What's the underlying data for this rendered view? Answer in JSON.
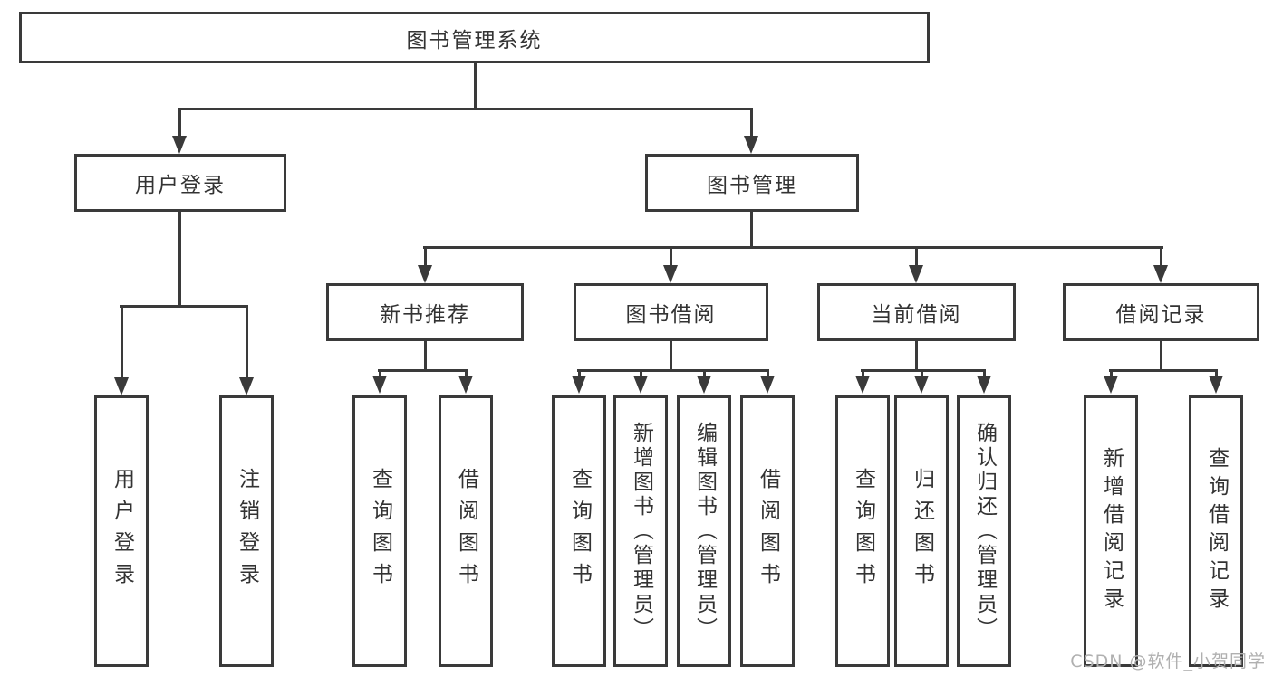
{
  "diagram": {
    "root": "图书管理系统",
    "user_branch": {
      "label": "用户登录",
      "children": [
        "用户登录",
        "注销登录"
      ]
    },
    "mgmt_branch": {
      "label": "图书管理",
      "sections": [
        {
          "label": "新书推荐",
          "children": [
            "查询图书",
            "借阅图书"
          ]
        },
        {
          "label": "图书借阅",
          "children": [
            "查询图书",
            "新增图书（管理员）",
            "编辑图书（管理员）",
            "借阅图书"
          ]
        },
        {
          "label": "当前借阅",
          "children": [
            "查询图书",
            "归还图书",
            "确认归还（管理员）"
          ]
        },
        {
          "label": "借阅记录",
          "children": [
            "新增借阅记录",
            "查询借阅记录"
          ]
        }
      ]
    },
    "watermark": "CSDN @软件_小贺同学"
  },
  "colors": {
    "line": "#3a3a3a",
    "text": "#333333",
    "watermark": "#b0b0b0",
    "background": "#ffffff"
  }
}
